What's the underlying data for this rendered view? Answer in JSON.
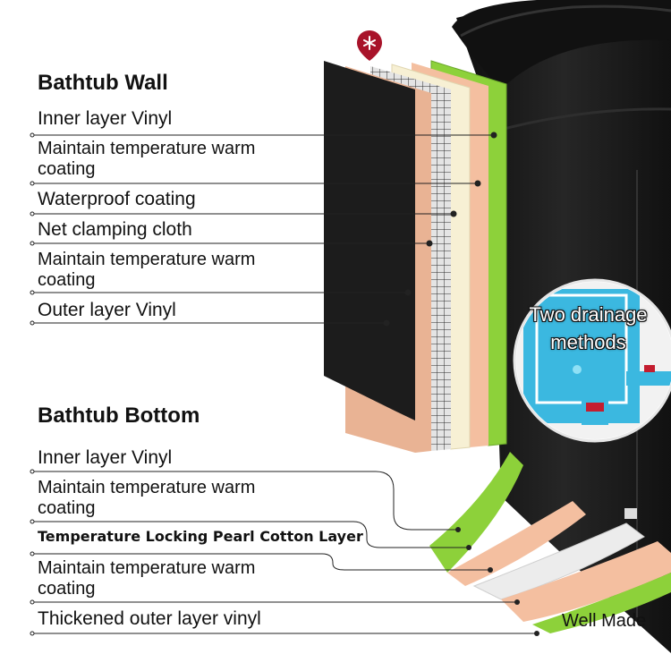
{
  "wall": {
    "heading": "Bathtub Wall",
    "items": [
      "Inner layer Vinyl",
      "Maintain temperature warm coating",
      "Waterproof coating",
      "Net clamping cloth",
      "Maintain temperature warm coating",
      "Outer layer Vinyl"
    ]
  },
  "bottom": {
    "heading": "Bathtub Bottom",
    "items": [
      "Inner layer Vinyl",
      "Maintain temperature warm coating",
      "Temperature Locking Pearl Cotton Layer",
      "Maintain temperature warm coating",
      "Thickened outer layer vinyl"
    ]
  },
  "drainage": {
    "line1": "Two drainage",
    "line2": "methods"
  },
  "badge": "Well Made",
  "colors": {
    "tub_black": "#1c1c1c",
    "lime": "#8dd13a",
    "peach": "#f4bfa0",
    "cream": "#f7f0d4",
    "tan": "#e9b394",
    "water_blue": "#3bb8e0",
    "pin_red": "#a8132a"
  },
  "icons": {
    "pin": "snowflake-pin-icon"
  }
}
